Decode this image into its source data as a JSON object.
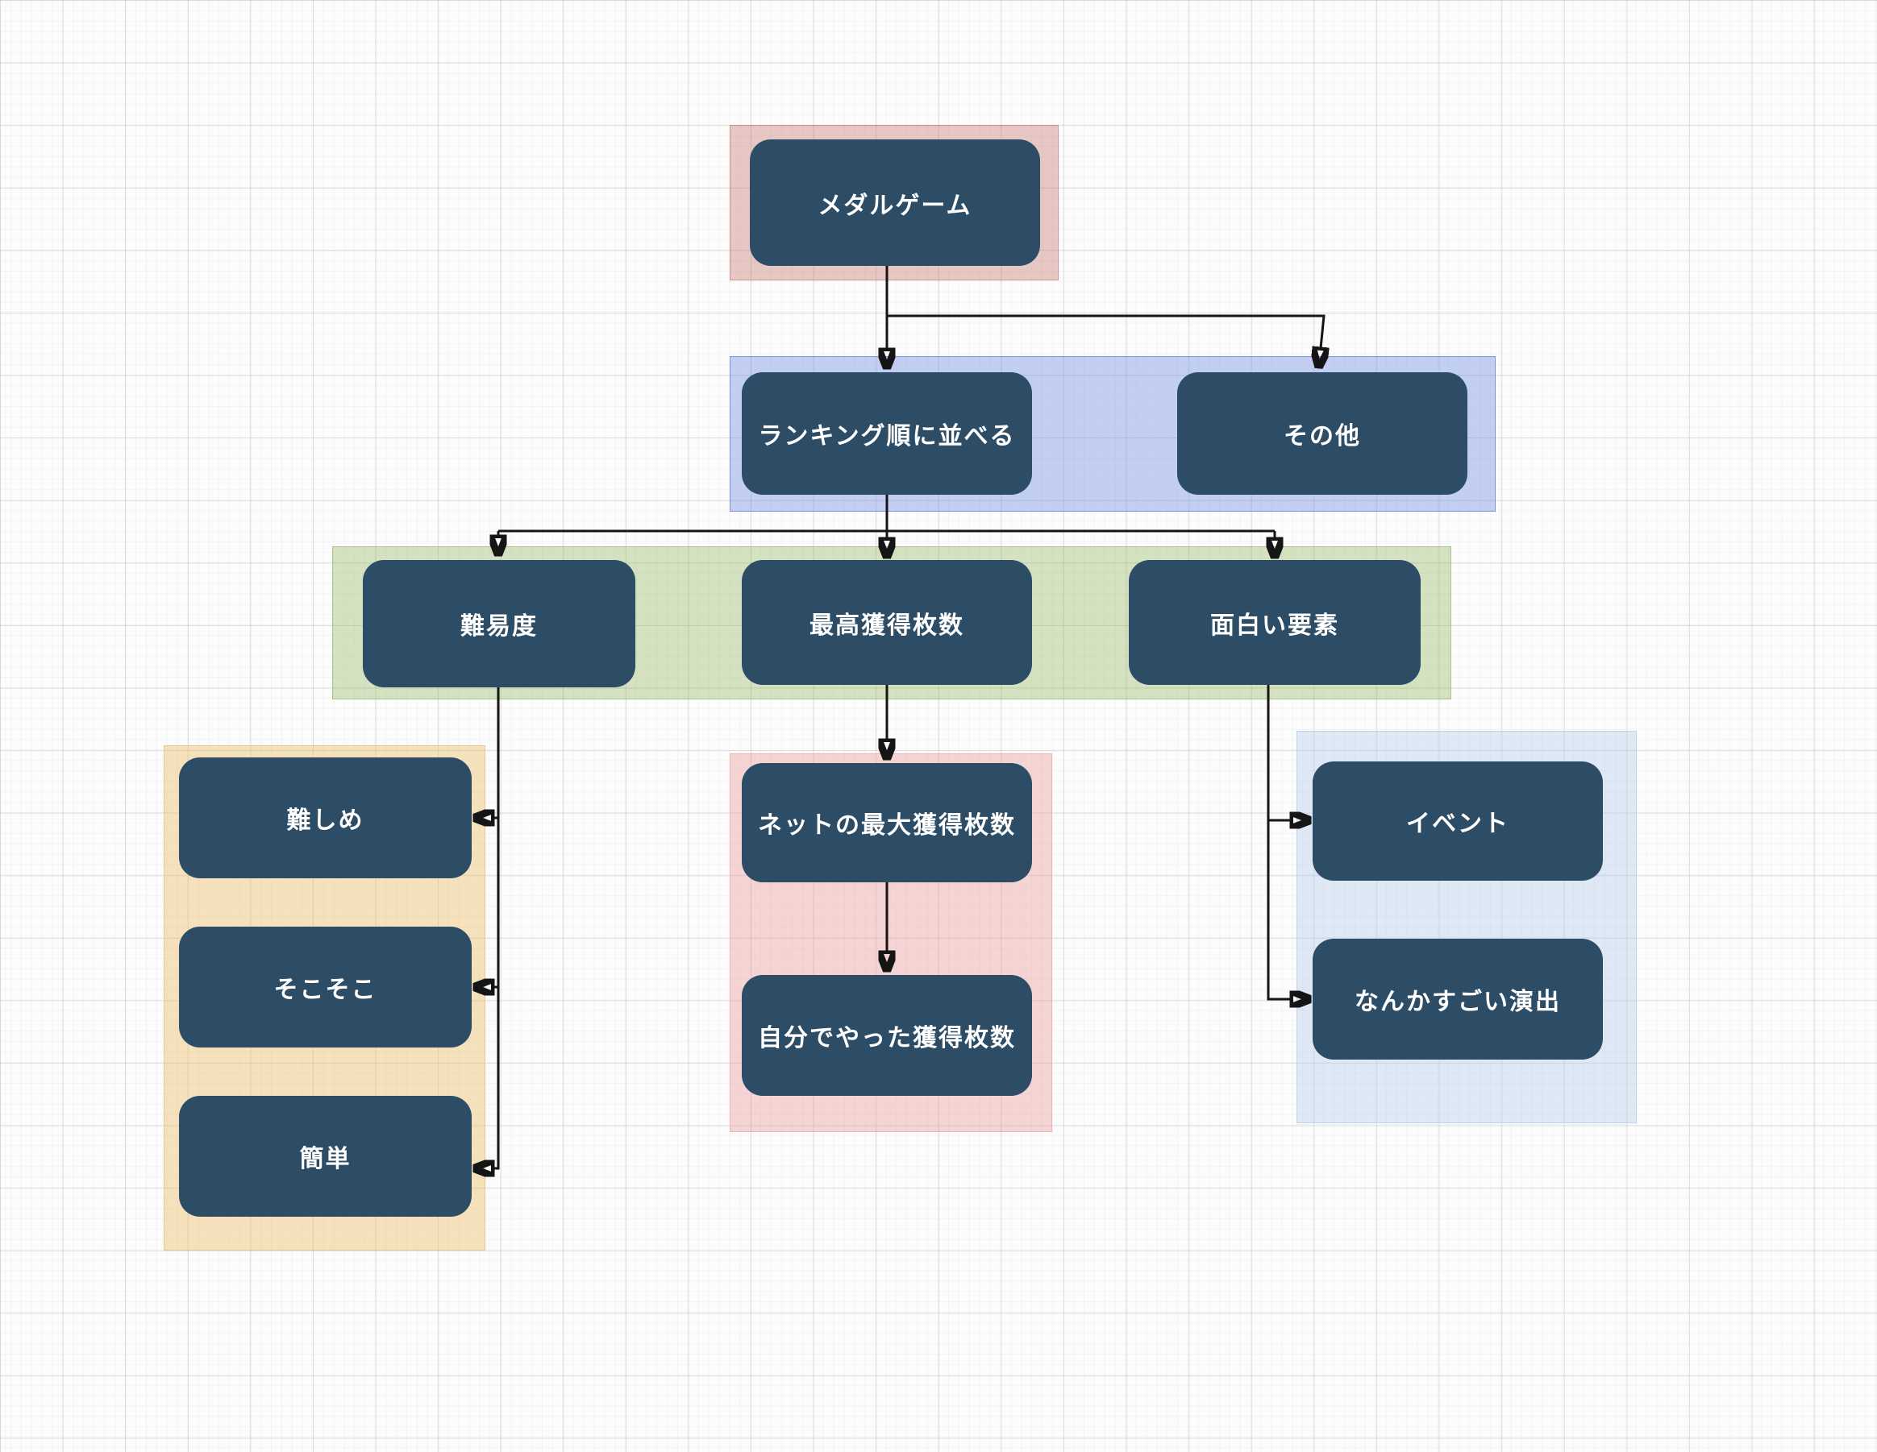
{
  "diagram": {
    "title": "メダルゲーム ranking flowchart",
    "nodes": {
      "medal": {
        "label": "メダルゲーム"
      },
      "ranking": {
        "label": "ランキング順に並べる"
      },
      "other": {
        "label": "その他"
      },
      "difficulty": {
        "label": "難易度"
      },
      "max_coins": {
        "label": "最高獲得枚数"
      },
      "fun_factor": {
        "label": "面白い要素"
      },
      "hard": {
        "label": "難しめ"
      },
      "medium": {
        "label": "そこそこ"
      },
      "easy": {
        "label": "簡単"
      },
      "net_max": {
        "label": "ネットの最大獲得枚数"
      },
      "self_max": {
        "label": "自分でやった獲得枚数"
      },
      "event": {
        "label": "イベント"
      },
      "effect": {
        "label": "なんかすごい演出"
      }
    },
    "edges": [
      {
        "from": "medal",
        "to": "ranking"
      },
      {
        "from": "medal",
        "to": "other"
      },
      {
        "from": "ranking",
        "to": "difficulty"
      },
      {
        "from": "ranking",
        "to": "max_coins"
      },
      {
        "from": "ranking",
        "to": "fun_factor"
      },
      {
        "from": "difficulty",
        "to": "hard"
      },
      {
        "from": "difficulty",
        "to": "medium"
      },
      {
        "from": "difficulty",
        "to": "easy"
      },
      {
        "from": "max_coins",
        "to": "net_max"
      },
      {
        "from": "net_max",
        "to": "self_max"
      },
      {
        "from": "fun_factor",
        "to": "event"
      },
      {
        "from": "fun_factor",
        "to": "effect"
      }
    ],
    "colors": {
      "node_fill": "#2d4d66",
      "node_text": "#ffffff",
      "edge_stroke": "#151515",
      "group_root": "#dfb3ab",
      "group_sort": "#b4c3ee",
      "group_criteria": "#cbdcb6",
      "group_difficulty": "#f5dcb2",
      "group_coins": "#f6d0d0",
      "group_fun": "#dde7f3",
      "canvas_background": "#fcfcfc"
    }
  }
}
